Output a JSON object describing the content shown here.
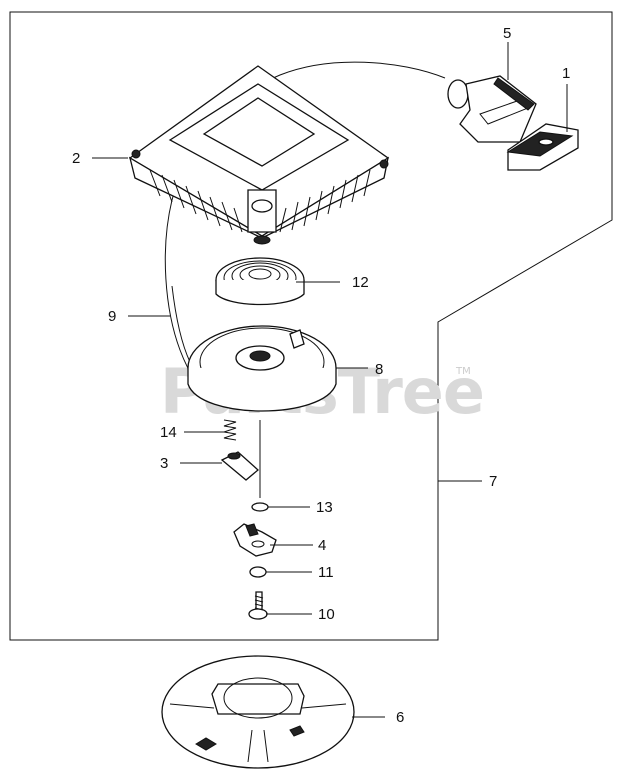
{
  "watermark": {
    "text": "PartsTree",
    "trademark": "TM"
  },
  "callouts": [
    {
      "id": "1",
      "label": "1"
    },
    {
      "id": "2",
      "label": "2"
    },
    {
      "id": "3",
      "label": "3"
    },
    {
      "id": "4",
      "label": "4"
    },
    {
      "id": "5",
      "label": "5"
    },
    {
      "id": "6",
      "label": "6"
    },
    {
      "id": "7",
      "label": "7"
    },
    {
      "id": "8",
      "label": "8"
    },
    {
      "id": "9",
      "label": "9"
    },
    {
      "id": "10",
      "label": "10"
    },
    {
      "id": "11",
      "label": "11"
    },
    {
      "id": "12",
      "label": "12"
    },
    {
      "id": "13",
      "label": "13"
    },
    {
      "id": "14",
      "label": "14"
    }
  ]
}
